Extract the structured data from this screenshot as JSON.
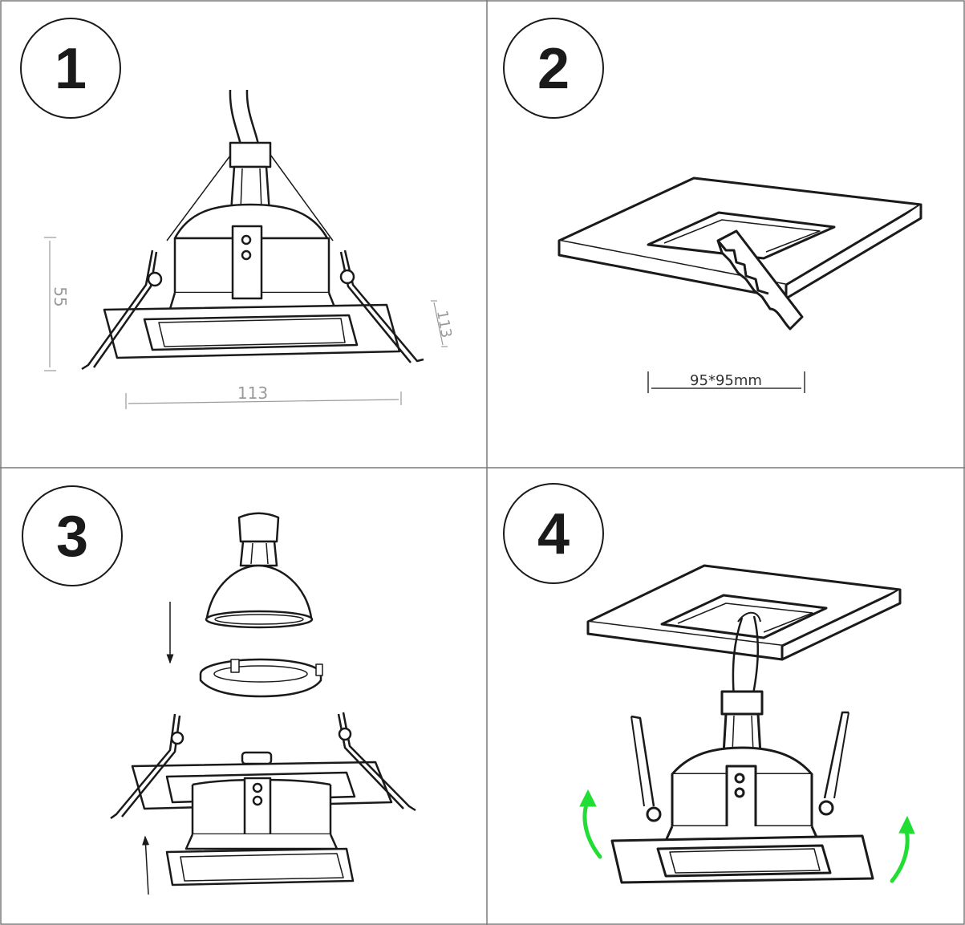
{
  "steps": [
    {
      "number": "1"
    },
    {
      "number": "2"
    },
    {
      "number": "3"
    },
    {
      "number": "4"
    }
  ],
  "step1": {
    "height_label": "55",
    "width_label": "113",
    "depth_label": "113"
  },
  "step2": {
    "cutout_label": "95*95mm"
  },
  "colors": {
    "line": "#1a1a1a",
    "dimension": "#9a9a9a",
    "grid": "#7a7a7a",
    "arrow": "#22dd33"
  },
  "icons": {
    "arrow_down": "arrow-down-icon",
    "arrow_up": "arrow-up-icon",
    "rotate_arrow": "curved-arrow-icon"
  }
}
